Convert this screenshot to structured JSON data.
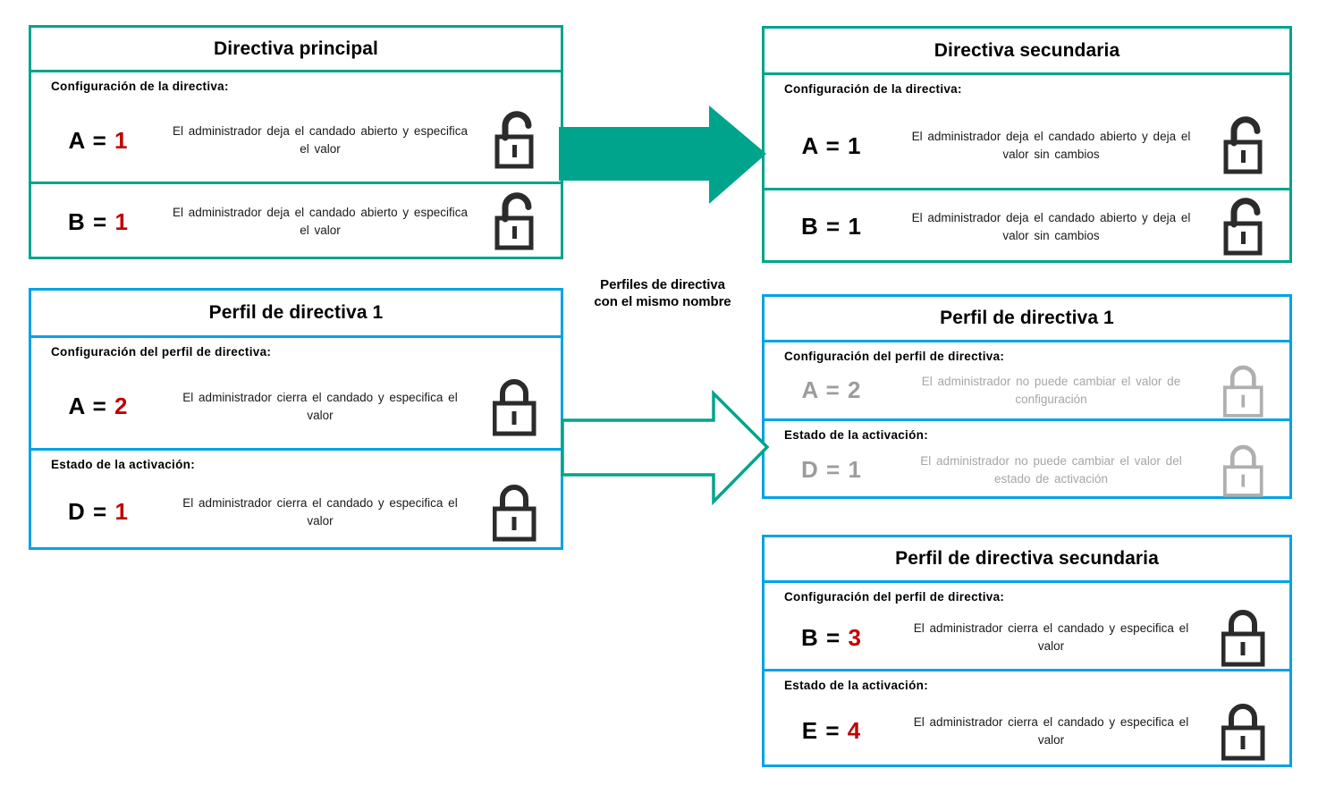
{
  "colors": {
    "teal": "#00A48C",
    "blue": "#00A3E6",
    "red_value": "#C00000",
    "muted_gray": "#A6A6A6",
    "black": "#000000"
  },
  "center": {
    "caption_line1": "Perfiles de directiva",
    "caption_line2": "con el mismo nombre",
    "arrow_solid_name": "solid-teal-arrow",
    "arrow_outline_name": "outline-teal-merge-arrow"
  },
  "panels": [
    {
      "id": "directiva-principal",
      "title": "Directiva principal",
      "accent": "teal",
      "sections": [
        {
          "label": "Configuración  de la directiva:",
          "key": "A = ",
          "key_letter": "A =",
          "value": "1",
          "value_color": "red",
          "description": "El administrador  deja  el candado  abierto  y especifica  el valor",
          "icon": "unlocked-padlock-icon",
          "icon_state": "open",
          "icon_color": "black"
        },
        {
          "label": "",
          "key_letter": "B =",
          "value": "1",
          "value_color": "red",
          "description": "El administrador  deja  el candado  abierto  y especifica  el valor",
          "icon": "unlocked-padlock-icon",
          "icon_state": "open",
          "icon_color": "black"
        }
      ]
    },
    {
      "id": "directiva-secundaria",
      "title": "Directiva secundaria",
      "accent": "teal",
      "sections": [
        {
          "label": "Configuración  de la directiva:",
          "key_letter": "A =",
          "value": "1",
          "value_color": "black",
          "description": "El administrador  deja  el candado  abierto  y deja  el valor  sin cambios",
          "icon": "unlocked-padlock-icon",
          "icon_state": "open",
          "icon_color": "black"
        },
        {
          "label": "",
          "key_letter": "B =",
          "value": "1",
          "value_color": "black",
          "description": "El administrador  deja  el candado  abierto  y deja  el valor  sin cambios",
          "icon": "unlocked-padlock-icon",
          "icon_state": "open",
          "icon_color": "black"
        }
      ]
    },
    {
      "id": "perfil-de-directiva-1-left",
      "title": "Perfil de directiva 1",
      "accent": "blue",
      "sections": [
        {
          "label": "Configuración  del perfil  de directiva:",
          "key_letter": "A =",
          "value": "2",
          "value_color": "red",
          "description": "El administrador  cierra el candado  y especifica el valor",
          "icon": "locked-padlock-icon",
          "icon_state": "closed",
          "icon_color": "black"
        },
        {
          "label": "Estado  de la activación:",
          "key_letter": "D =",
          "value": "1",
          "value_color": "red",
          "description": "El administrador  cierra el candado  y especifica el valor",
          "icon": "locked-padlock-icon",
          "icon_state": "closed",
          "icon_color": "black"
        }
      ]
    },
    {
      "id": "perfil-de-directiva-1-right",
      "title": "Perfil de directiva 1",
      "accent": "blue",
      "sections": [
        {
          "label": "Configuración  del perfil  de directiva:",
          "key_letter": "A =",
          "value": "2",
          "value_color": "gray",
          "description": "El administrador  no puede  cambiar  el valor  de configuración",
          "icon": "locked-padlock-icon",
          "icon_state": "closed",
          "icon_color": "gray"
        },
        {
          "label": "Estado  de la activación:",
          "key_letter": "D =",
          "value": "1",
          "value_color": "gray",
          "description": "El administrador  no puede  cambiar  el valor del estado  de activación",
          "icon": "locked-padlock-icon",
          "icon_state": "closed",
          "icon_color": "gray"
        }
      ]
    },
    {
      "id": "perfil-de-directiva-secundaria",
      "title": "Perfil de directiva secundaria",
      "accent": "blue",
      "sections": [
        {
          "label": "Configuración  del perfil  de directiva:",
          "key_letter": "B =",
          "value": "3",
          "value_color": "red",
          "description": "El administrador  cierra el candado  y especifica el valor",
          "icon": "locked-padlock-icon",
          "icon_state": "closed",
          "icon_color": "black"
        },
        {
          "label": "Estado  de la activación:",
          "key_letter": "E =",
          "value": "4",
          "value_color": "red",
          "description": "El administrador  cierra el candado  y especifica el valor",
          "icon": "locked-padlock-icon",
          "icon_state": "closed",
          "icon_color": "black"
        }
      ]
    }
  ]
}
